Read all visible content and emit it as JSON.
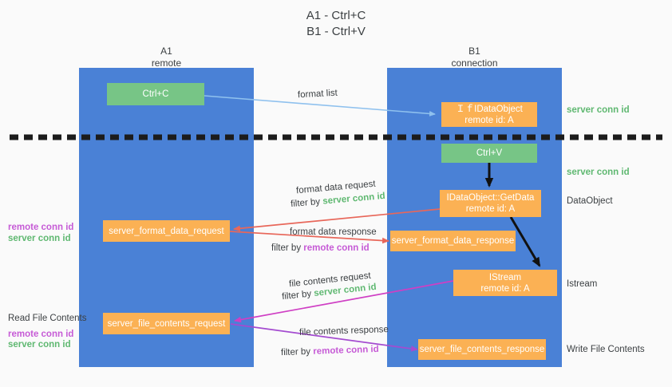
{
  "title": {
    "line1": "A1 - Ctrl+C",
    "line2": "B1 - Ctrl+V"
  },
  "columns": [
    {
      "name": "A1",
      "sub": "remote"
    },
    {
      "name": "B1",
      "sub": "connection"
    }
  ],
  "boxes": {
    "ctrl_c": "Ctrl+C",
    "ctrl_v": "Ctrl+V",
    "idataobject": "ＩｆIDataObject\nremote id: A",
    "idataobject_getdata": "IDataObject::GetData\nremote id: A",
    "istream": "IStream\nremote id: A",
    "server_format_data_request": "server_format_data_request",
    "server_format_data_response": "server_format_data_response",
    "server_file_contents_request": "server_file_contents_request",
    "server_file_contents_response": "server_file_contents_response"
  },
  "edges": {
    "format_list": "format list",
    "format_data_request": "format data request",
    "format_data_response": "format data response",
    "file_contents_request": "file contents request",
    "file_contents_response": "file contents response",
    "filter_by": "filter by",
    "server_conn_id": "server conn id",
    "remote_conn_id": "remote conn id"
  },
  "side_labels": {
    "right_server_conn_id_top": "server conn id",
    "right_server_conn_id_mid": "server conn id",
    "right_dataobject": "DataObject",
    "right_istream": "Istream",
    "right_write_file_contents": "Write File Contents",
    "left_remote_conn_id_1": "remote conn id",
    "left_server_conn_id_1": "server conn id",
    "left_read_file_contents": "Read File Contents",
    "left_remote_conn_id_2": "remote conn id",
    "left_server_conn_id_2": "server conn id"
  },
  "colors": {
    "lane": "#4a81d6",
    "green_box": "#77c586",
    "orange_box": "#fbb154",
    "green_text": "#5fb871",
    "purple_text": "#c65bd6",
    "arrow_light_blue": "#8fc1ee",
    "arrow_red": "#e8675a",
    "arrow_magenta": "#cf3fc4",
    "arrow_purple": "#a44bd0",
    "arrow_black": "#111111",
    "divider": "#1c1c1c",
    "background": "#fafafa"
  }
}
